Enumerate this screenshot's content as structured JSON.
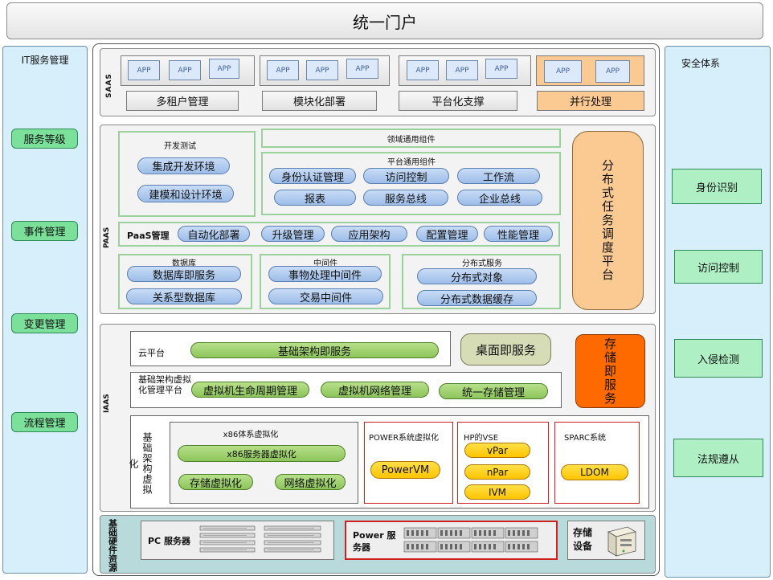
{
  "portal": {
    "title": "统一门户"
  },
  "left_panel": {
    "title": "IT服务管理",
    "items": [
      "服务等级",
      "事件管理",
      "变更管理",
      "流程管理"
    ]
  },
  "right_panel": {
    "title": "安全体系",
    "items": [
      "身份识别",
      "访问控制",
      "入侵检测",
      "法规遵从"
    ]
  },
  "saas": {
    "label": "SAAS",
    "app_label": "APP",
    "groups": [
      "多租户管理",
      "模块化部署",
      "平台化支撑",
      "并行处理"
    ]
  },
  "paas": {
    "label": "PAAS",
    "dev_test": {
      "title": "开发测试",
      "items": [
        "集成开发环境",
        "建模和设计环境"
      ]
    },
    "domain_common": "领域通用组件",
    "platform_common": {
      "title": "平台通用组件",
      "items": [
        "身份认证管理",
        "访问控制",
        "工作流",
        "报表",
        "服务总线",
        "企业总线"
      ]
    },
    "management": {
      "title": "PaaS管理",
      "items": [
        "自动化部署",
        "升级管理",
        "应用架构",
        "配置管理",
        "性能管理"
      ]
    },
    "database": {
      "title": "数据库",
      "items": [
        "数据库即服务",
        "关系型数据库"
      ]
    },
    "middleware": {
      "title": "中间件",
      "items": [
        "事物处理中间件",
        "交易中间件"
      ]
    },
    "distributed_service": {
      "title": "分布式服务",
      "items": [
        "分布式对象",
        "分布式数据缓存"
      ]
    },
    "scheduler": "分布式任务调度平台"
  },
  "iaas": {
    "label": "IAAS",
    "cloud_platform": {
      "title": "云平台",
      "item": "基础架构即服务"
    },
    "desktop": "桌面即服务",
    "storage_service": "存储即服务",
    "infra_virt_mgmt": {
      "title": "基础架构虚拟化管理平台",
      "items": [
        "虚拟机生命周期管理",
        "虚拟机网络管理",
        "统一存储管理"
      ]
    },
    "infra_virt": {
      "title": "基础架构虚拟化",
      "x86": {
        "title": "x86体系虚拟化",
        "items": [
          "x86服务器虚拟化",
          "存储虚拟化",
          "网络虚拟化"
        ]
      },
      "power": {
        "title": "POWER系统虚拟化",
        "item": "PowerVM"
      },
      "hp": {
        "title": "HP的VSE",
        "items": [
          "vPar",
          "nPar",
          "IVM"
        ]
      },
      "sparc": {
        "title": "SPARC系统",
        "item": "LDOM"
      }
    }
  },
  "hardware": {
    "label": "基础硬件资源",
    "pc": "PC 服务器",
    "power": "Power 服务器",
    "storage": "存储设备"
  }
}
